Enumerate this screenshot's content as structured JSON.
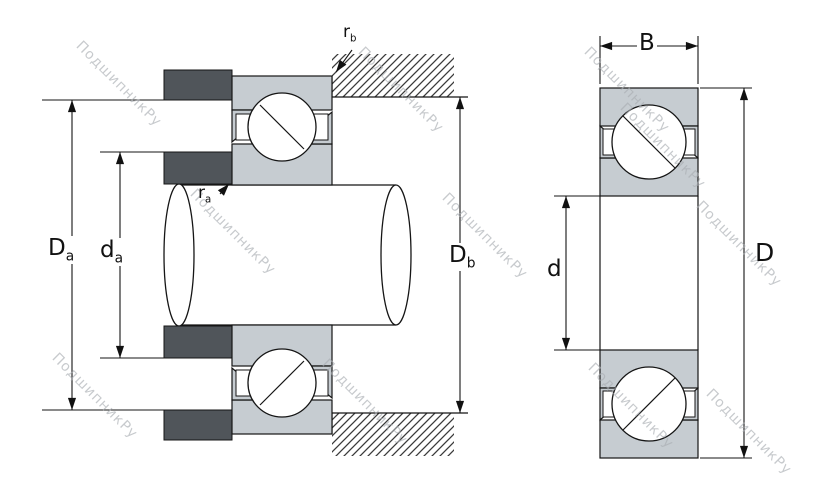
{
  "watermark": {
    "text": "ПодшипникРу"
  },
  "labels": {
    "Da": {
      "main": "D",
      "sub": "a"
    },
    "da": {
      "main": "d",
      "sub": "a"
    },
    "Db": {
      "main": "D",
      "sub": "b"
    },
    "ra": {
      "main": "r",
      "sub": "a"
    },
    "rb": {
      "main": "r",
      "sub": "b"
    },
    "B": {
      "main": "B"
    },
    "d": {
      "main": "d"
    },
    "D": {
      "main": "D"
    }
  },
  "colors": {
    "ring": "#c6ccd1",
    "shoulder": "#50555a",
    "line": "#151515",
    "watermark": "#aaaeb3"
  }
}
